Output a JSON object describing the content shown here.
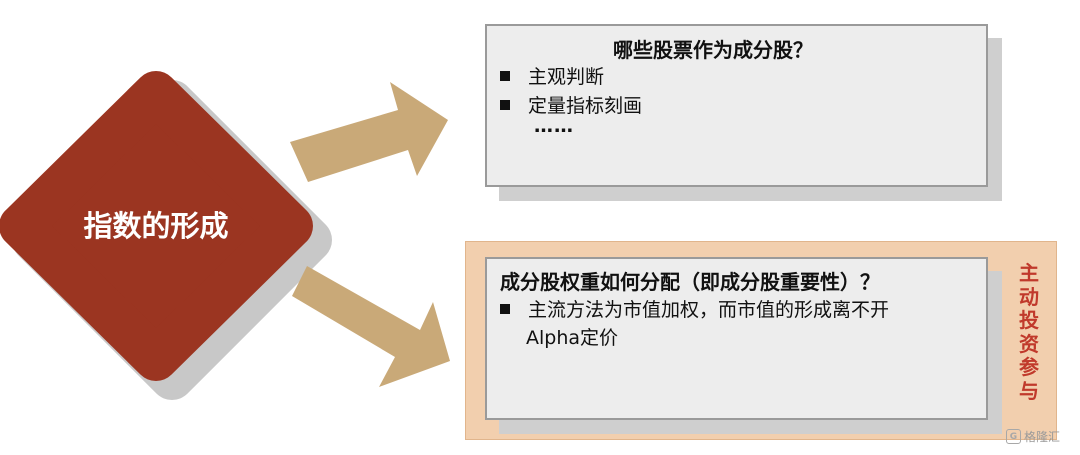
{
  "center_node": {
    "label": "指数的形成"
  },
  "top_box": {
    "title": "哪些股票作为成分股？",
    "bullets": [
      "主观判断",
      "定量指标刻画"
    ],
    "ellipsis": "……"
  },
  "bottom_box": {
    "title": "成分股权重如何分配（即成分股重要性）？",
    "bullet_line1": "主流方法为市值加权，而市值的形成离不开",
    "bullet_line2": "Alpha定价"
  },
  "side_label": "主动投资参与",
  "watermark": {
    "text": "格隆汇"
  },
  "colors": {
    "diamond": "#9b3521",
    "arrow": "#c9a978",
    "panel": "#f2cfae",
    "side_label": "#c0392b"
  }
}
